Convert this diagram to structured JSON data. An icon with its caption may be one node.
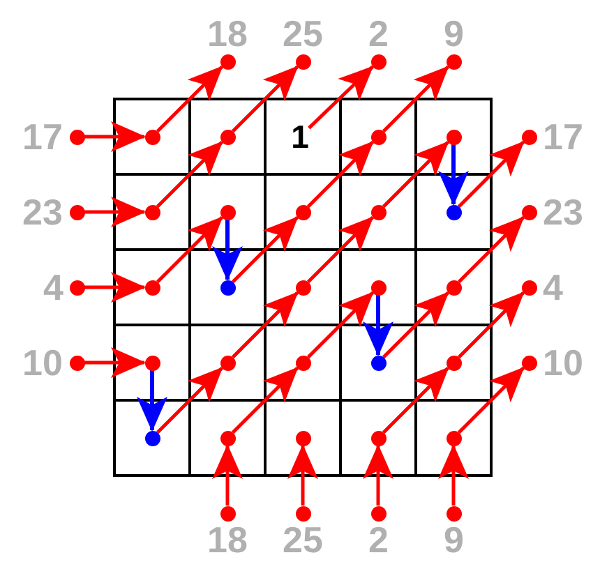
{
  "diagram": {
    "nodes": [
      {
        "text": [],
        "shape": "circle",
        "beside": [
          "18"
        ]
      },
      {
        "text": [],
        "shape": "circle",
        "beside": [
          "25"
        ]
      },
      {
        "text": [],
        "shape": "circle",
        "beside": [
          "2"
        ]
      },
      {
        "text": [],
        "shape": "circle",
        "beside": [
          "9"
        ]
      },
      {
        "text": [],
        "shape": "circle",
        "beside": [
          "17"
        ]
      },
      {
        "text": [],
        "shape": "circle"
      },
      {
        "text": [],
        "shape": "circle"
      },
      {
        "text": [
          "1"
        ]
      },
      {
        "text": [],
        "shape": "circle"
      },
      {
        "text": [],
        "shape": "circle"
      },
      {
        "text": [],
        "shape": "circle",
        "beside": [
          "17"
        ]
      },
      {
        "text": [],
        "shape": "circle",
        "beside": [
          "23"
        ]
      },
      {
        "text": [],
        "shape": "circle"
      },
      {
        "text": [],
        "shape": "circle"
      },
      {
        "text": [],
        "shape": "circle"
      },
      {
        "text": [],
        "shape": "circle"
      },
      {
        "text": [],
        "shape": "circle"
      },
      {
        "text": [],
        "shape": "circle",
        "beside": [
          "23"
        ]
      },
      {
        "text": [],
        "shape": "circle",
        "beside": [
          "4"
        ]
      },
      {
        "text": [],
        "shape": "circle"
      },
      {
        "text": [],
        "shape": "circle"
      },
      {
        "text": [],
        "shape": "circle"
      },
      {
        "text": [],
        "shape": "circle"
      },
      {
        "text": [],
        "shape": "circle"
      },
      {
        "text": [],
        "shape": "circle",
        "beside": [
          "4"
        ]
      },
      {
        "text": [],
        "shape": "circle",
        "beside": [
          "10"
        ]
      },
      {
        "text": [],
        "shape": "circle"
      },
      {
        "text": [],
        "shape": "circle"
      },
      {
        "text": [],
        "shape": "circle"
      },
      {
        "text": [],
        "shape": "circle"
      },
      {
        "text": [],
        "shape": "circle"
      },
      {
        "text": [],
        "shape": "circle",
        "beside": [
          "10"
        ]
      },
      {
        "text": [],
        "shape": "circle"
      },
      {
        "text": [],
        "shape": "circle"
      },
      {
        "text": [],
        "shape": "circle"
      },
      {
        "text": [],
        "shape": "circle"
      },
      {
        "text": [],
        "shape": "circle"
      },
      {
        "text": [],
        "shape": "circle",
        "beside": [
          "18"
        ]
      },
      {
        "text": [],
        "shape": "circle",
        "beside": [
          "25"
        ]
      },
      {
        "text": [],
        "shape": "circle",
        "beside": [
          "2"
        ]
      },
      {
        "text": [],
        "shape": "circle",
        "beside": [
          "9"
        ]
      }
    ],
    "edges": [
      {
        "from": 4,
        "to": 5,
        "arrow": "to"
      },
      {
        "from": 11,
        "to": 12,
        "arrow": "to"
      },
      {
        "from": 18,
        "to": 19,
        "arrow": "to"
      },
      {
        "from": 25,
        "to": 26,
        "arrow": "to"
      },
      {
        "from": 37,
        "to": 33,
        "arrow": "to"
      },
      {
        "from": 38,
        "to": 34,
        "arrow": "to"
      },
      {
        "from": 39,
        "to": 35,
        "arrow": "to"
      },
      {
        "from": 40,
        "to": 36,
        "arrow": "to"
      },
      {
        "from": 5,
        "to": 0,
        "arrow": "to"
      },
      {
        "from": 12,
        "to": 6,
        "arrow": "to"
      },
      {
        "from": 6,
        "to": 1,
        "arrow": "to"
      },
      {
        "from": 7,
        "to": 2,
        "arrow": "to"
      },
      {
        "from": 8,
        "to": 3,
        "arrow": "to"
      },
      {
        "from": 14,
        "to": 8,
        "arrow": "to"
      },
      {
        "from": 15,
        "to": 9,
        "arrow": "to"
      },
      {
        "from": 16,
        "to": 10,
        "arrow": "to"
      },
      {
        "from": 19,
        "to": 13,
        "arrow": "to"
      },
      {
        "from": 20,
        "to": 14,
        "arrow": "to"
      },
      {
        "from": 21,
        "to": 15,
        "arrow": "to"
      },
      {
        "from": 23,
        "to": 17,
        "arrow": "to"
      },
      {
        "from": 27,
        "to": 21,
        "arrow": "to"
      },
      {
        "from": 28,
        "to": 22,
        "arrow": "to"
      },
      {
        "from": 29,
        "to": 23,
        "arrow": "to"
      },
      {
        "from": 30,
        "to": 24,
        "arrow": "to"
      },
      {
        "from": 32,
        "to": 27,
        "arrow": "to"
      },
      {
        "from": 33,
        "to": 28,
        "arrow": "to"
      },
      {
        "from": 35,
        "to": 30,
        "arrow": "to"
      },
      {
        "from": 36,
        "to": 31,
        "arrow": "to"
      },
      {
        "from": 9,
        "to": 16,
        "arrow": "to",
        "color": "#0000ff"
      },
      {
        "from": 13,
        "to": 20,
        "arrow": "to",
        "color": "#0000ff"
      },
      {
        "from": 22,
        "to": 29,
        "arrow": "to",
        "color": "#0000ff"
      },
      {
        "from": 26,
        "to": 32,
        "arrow": "to",
        "color": "#0000ff"
      }
    ]
  }
}
